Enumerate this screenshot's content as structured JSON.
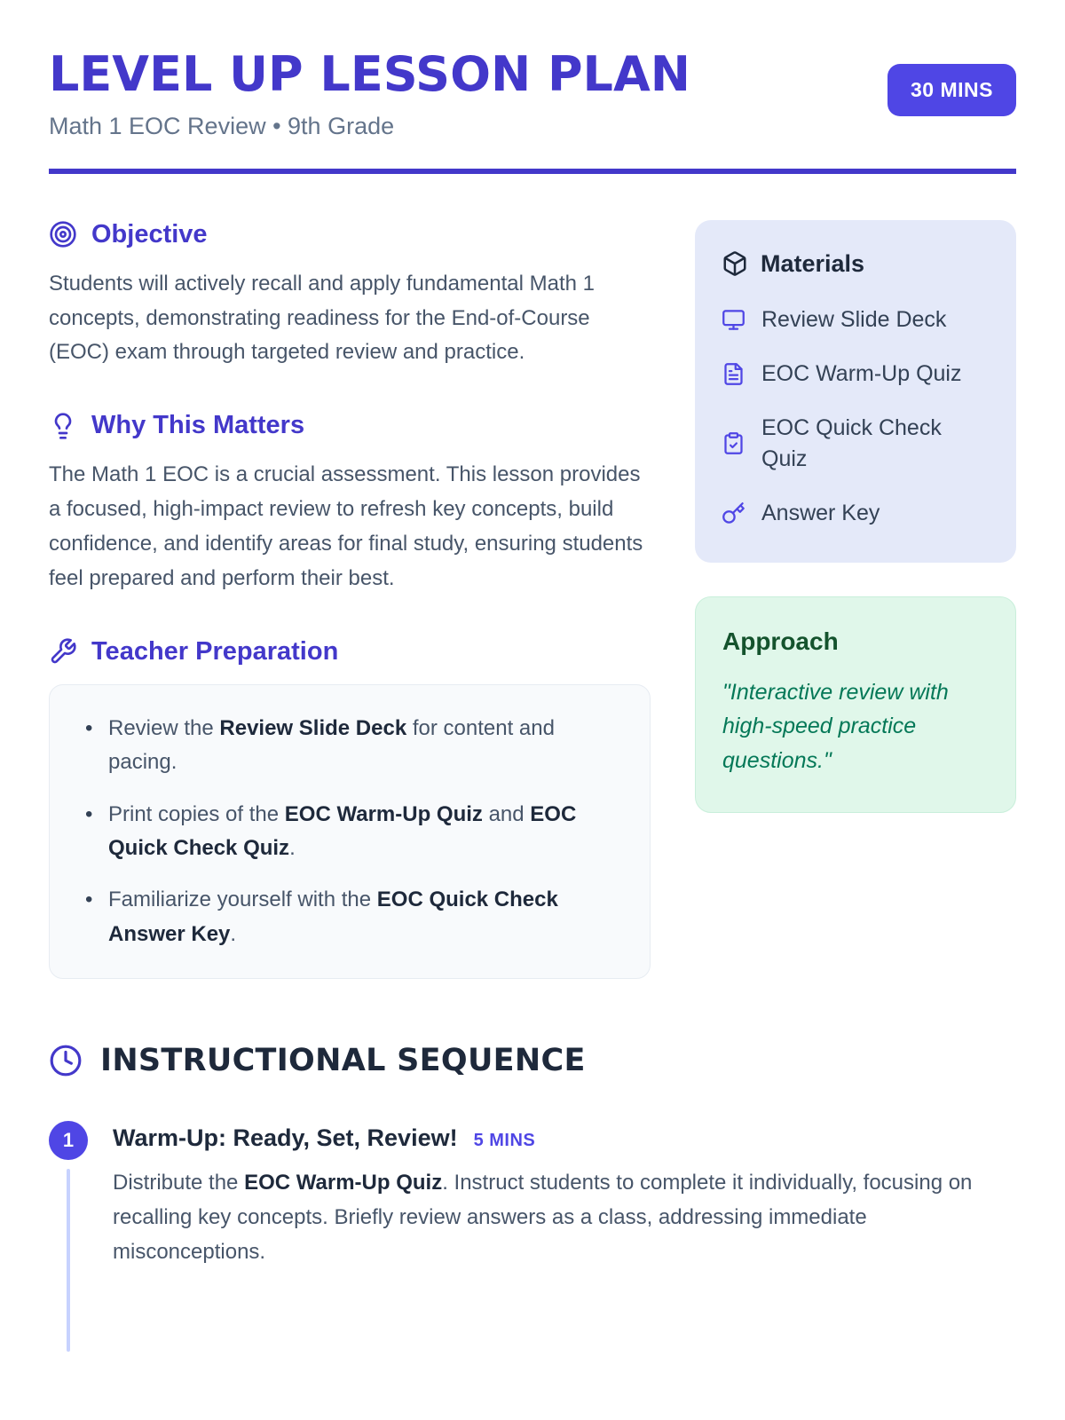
{
  "theme": {
    "accent_indigo": "#4338ca",
    "badge_indigo": "#4f46e5",
    "materials_bg": "#e4e9f9",
    "approach_bg": "#e0f7ea",
    "approach_green": "#047857",
    "dark_text": "#1e293b",
    "body_text": "#475569",
    "timeline_line": "#c7d2fe"
  },
  "header": {
    "title": "LEVEL UP LESSON PLAN",
    "subtitle": "Math 1 EOC Review • 9th Grade",
    "duration": "30 MINS"
  },
  "objective": {
    "heading": "Objective",
    "body": "Students will actively recall and apply fundamental Math 1 concepts, demonstrating readiness for the End-of-Course (EOC) exam through targeted review and practice."
  },
  "why": {
    "heading": "Why This Matters",
    "body": "The Math 1 EOC is a crucial assessment. This lesson provides a focused, high-impact review to refresh key concepts, build confidence, and identify areas for final study, ensuring students feel prepared and perform their best."
  },
  "prep": {
    "heading": "Teacher Preparation",
    "items": [
      {
        "segs": [
          {
            "t": "Review the "
          },
          {
            "t": "Review Slide Deck",
            "b": true
          },
          {
            "t": " for content and pacing."
          }
        ]
      },
      {
        "segs": [
          {
            "t": "Print copies of the "
          },
          {
            "t": "EOC Warm-Up Quiz",
            "b": true
          },
          {
            "t": " and "
          },
          {
            "t": "EOC Quick Check Quiz",
            "b": true
          },
          {
            "t": "."
          }
        ]
      },
      {
        "segs": [
          {
            "t": "Familiarize yourself with the "
          },
          {
            "t": "EOC Quick Check Answer Key",
            "b": true
          },
          {
            "t": "."
          }
        ]
      }
    ]
  },
  "materials": {
    "heading": "Materials",
    "items": [
      {
        "icon": "monitor-icon",
        "label": "Review Slide Deck"
      },
      {
        "icon": "file-text-icon",
        "label": "EOC Warm-Up Quiz"
      },
      {
        "icon": "clipboard-check-icon",
        "label": "EOC Quick Check Quiz"
      },
      {
        "icon": "key-icon",
        "label": "Answer Key"
      }
    ]
  },
  "approach": {
    "heading": "Approach",
    "quote": "\"Interactive review with high-speed practice questions.\""
  },
  "sequence": {
    "heading": "INSTRUCTIONAL SEQUENCE",
    "steps": [
      {
        "number": "1",
        "title": "Warm-Up: Ready, Set, Review!",
        "duration": "5 MINS",
        "segs": [
          {
            "t": "Distribute the "
          },
          {
            "t": "EOC Warm-Up Quiz",
            "b": true
          },
          {
            "t": ". Instruct students to complete it individually, focusing on recalling key concepts. Briefly review answers as a class, addressing immediate misconceptions."
          }
        ]
      }
    ]
  }
}
